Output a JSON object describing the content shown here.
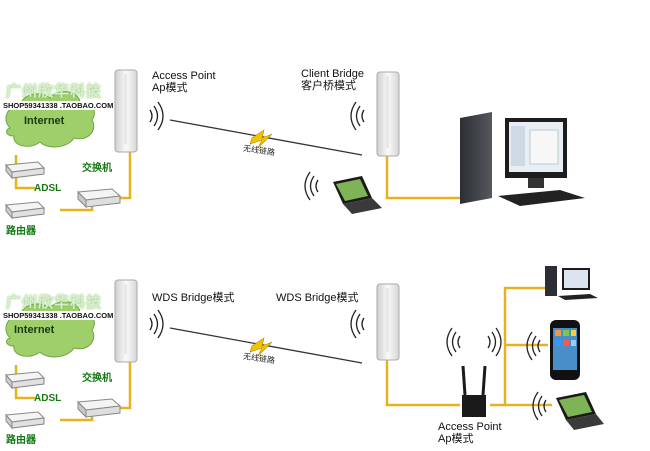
{
  "top": {
    "watermark": "广州欣华科技",
    "shop": "SHOP59341338 .TAOBAO.COM",
    "internet": "Internet",
    "switch_label": "交换机",
    "adsl_label": "ADSL",
    "router_label": "路由器",
    "left_mode_line1": "Access Point",
    "left_mode_line2": "Ap模式",
    "right_mode_line1": "Client Bridge",
    "right_mode_line2": "客户桥模式",
    "link_label": "无线链路"
  },
  "bottom": {
    "watermark": "广州欣华科技",
    "shop": "SHOP59341338 .TAOBAO.COM",
    "internet": "Internet",
    "switch_label": "交换机",
    "adsl_label": "ADSL",
    "router_label": "路由器",
    "left_mode": "WDS Bridge模式",
    "right_mode": "WDS Bridge模式",
    "link_label": "无线链路",
    "ap_line1": "Access Point",
    "ap_line2": "Ap模式"
  },
  "colors": {
    "cable": "#e8b21e",
    "cloud": "#9ecf6a",
    "bolt": "#f2c400"
  }
}
